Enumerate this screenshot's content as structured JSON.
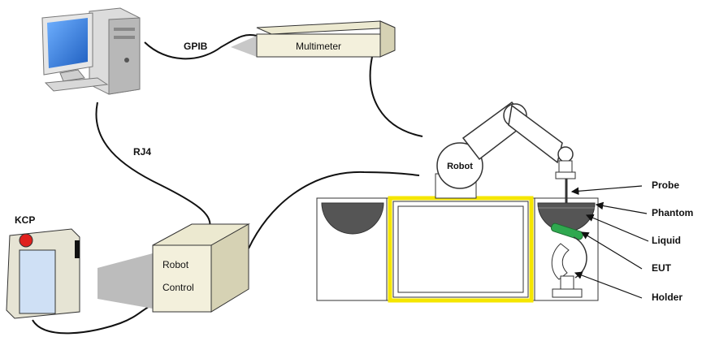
{
  "labels": {
    "gpib": "GPIB",
    "multimeter": "Multimeter",
    "rj4": "RJ4",
    "kcp": "KCP",
    "robot": "Robot",
    "robot_control_line1": "Robot",
    "robot_control_line2": "Control",
    "probe": "Probe",
    "phantom": "Phantom",
    "liquid": "Liquid",
    "eut": "EUT",
    "holder": "Holder"
  },
  "colors": {
    "box_fill": "#f3f0dc",
    "phantom_fill": "#555555",
    "eut_green": "#2fa84f",
    "yellow_frame": "#f5e600",
    "kcp_button": "#e0201c",
    "kcp_screen": "#cfe0f5",
    "monitor_blue": "#1f6fd0"
  },
  "icons": {
    "computer": "desktop-computer-icon"
  }
}
